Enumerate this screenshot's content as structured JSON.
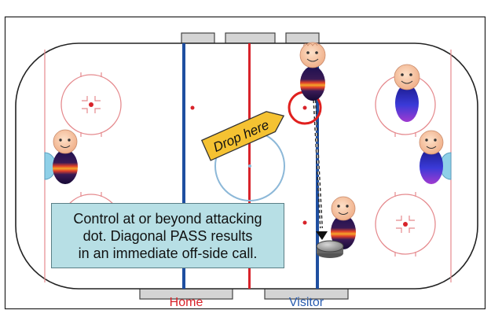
{
  "diagram": {
    "callout_label": "Drop here",
    "info_lines": [
      "Control at or beyond attacking",
      "dot. Diagonal PASS results",
      "in an immediate off-side call."
    ],
    "bench_labels": {
      "home": "Home",
      "visitor": "Visitor"
    },
    "colors": {
      "blue_line": "#1f4fa0",
      "red_line": "#d8232a",
      "rink_line": "#e58a8e",
      "home_label": "#d8232a",
      "visitor_label": "#2a5db0",
      "info_box": "#b7dfe5",
      "callout": "#f5c232"
    },
    "icons": {
      "player": "smiley-player-icon",
      "puck": "puck-icon"
    }
  }
}
